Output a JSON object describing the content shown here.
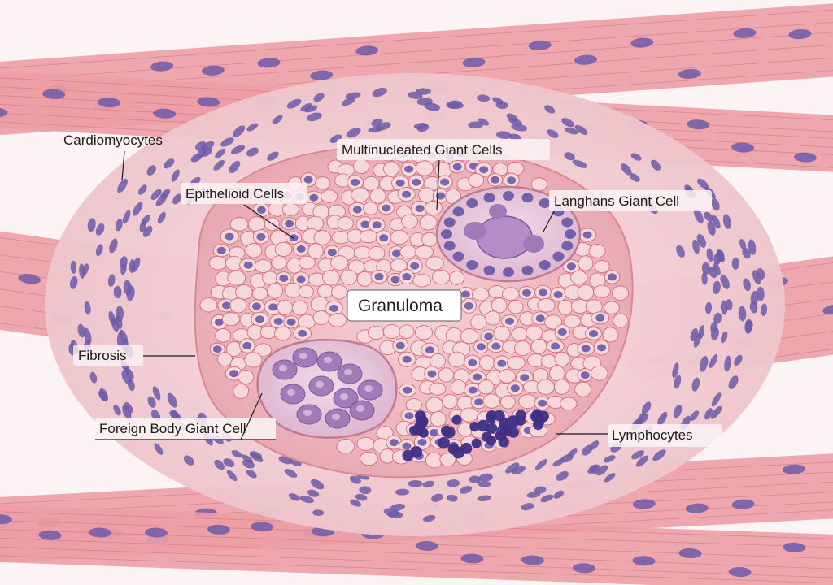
{
  "labels": {
    "cardiomyocytes": "Cardiomyocytes",
    "multinucleated": "Multinucleated Giant Cells",
    "epithelioid": "Epithelioid Cells",
    "langhans": "Langhans Giant Cell",
    "granuloma": "Granuloma",
    "fibrosis": "Fibrosis",
    "foreign_body": "Foreign Body Giant Cell",
    "lymphocytes": "Lymphocytes"
  },
  "colors": {
    "background": "#fbf3f4",
    "muscle": "#ec9ea4",
    "muscle_stripe": "#c9717b",
    "stroma": "#f2d3d8",
    "granuloma_fill": "#f0bcc2",
    "cell_membrane": "#d26a78",
    "nucleus": "#6d5aa8",
    "nucleus_dark": "#3f2f86",
    "giant_cytoplasm": "#e7c8dc",
    "giant_nucleus": "#9b73b5",
    "text": "#1b1b1b"
  }
}
